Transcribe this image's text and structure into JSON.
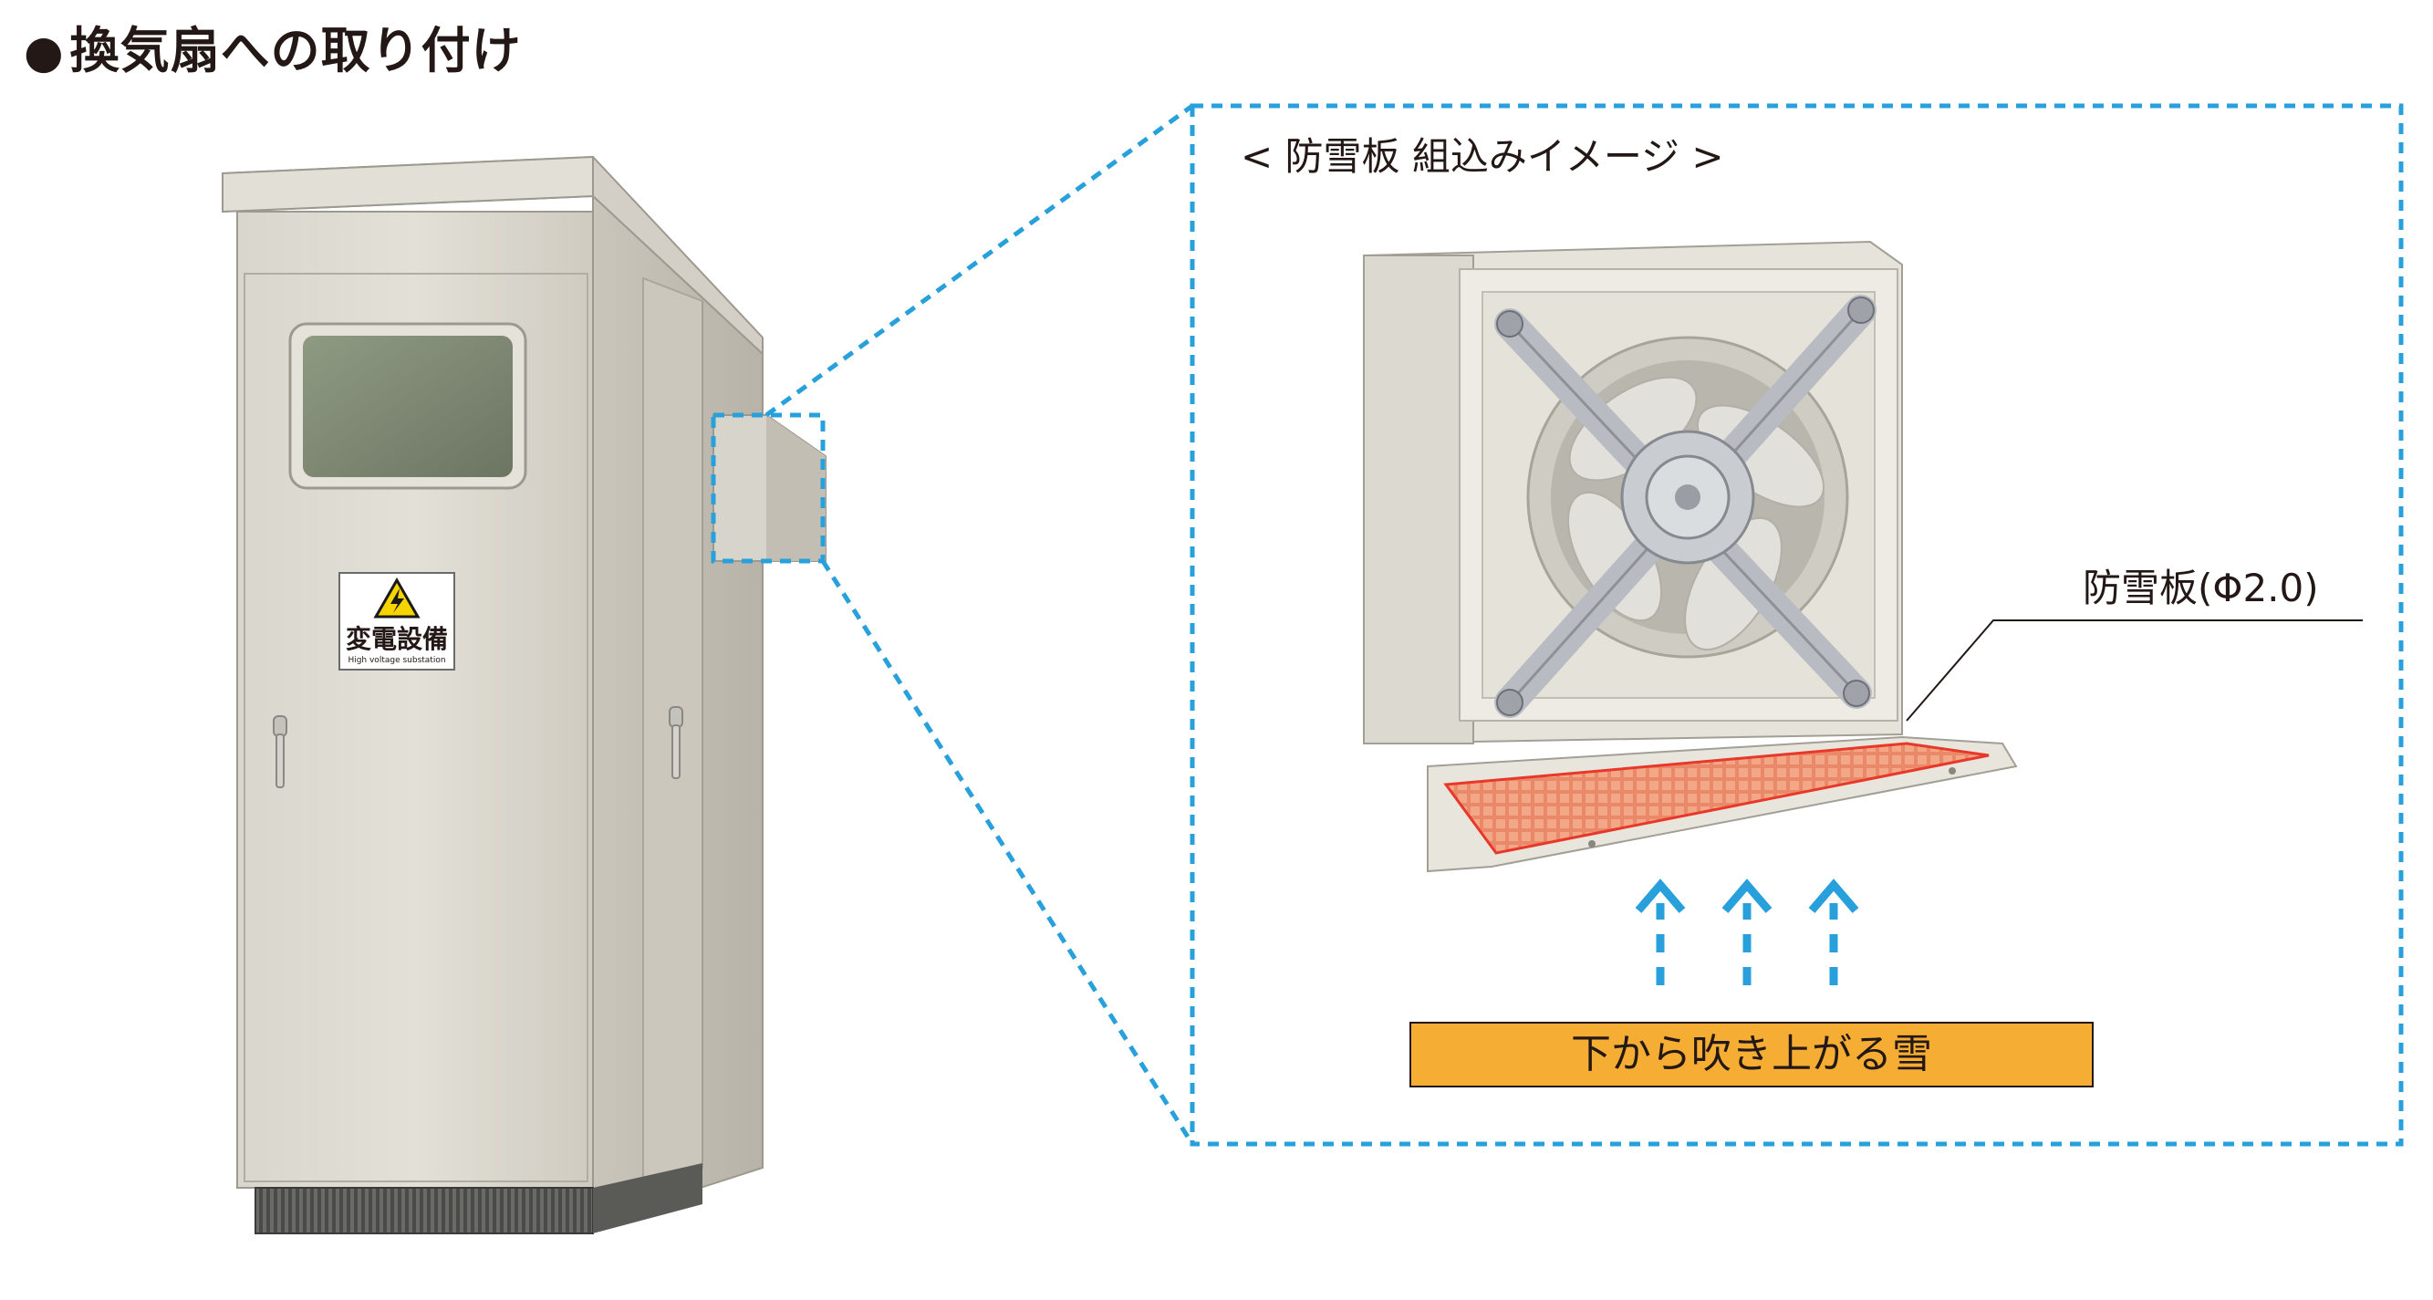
{
  "title": {
    "bullet": "●",
    "text": "換気扇への取り付け"
  },
  "cabinet": {
    "sign_title": "変電設備",
    "sign_subtitle": "High voltage substation"
  },
  "detail": {
    "subtitle": "< 防雪板 組込みイメージ >",
    "plate_label": "防雪板(Φ2.0)",
    "snow_label": "下から吹き上がる雪",
    "callout_color": "#27a0dc",
    "snow_label_color": "#f5ae33",
    "plate_outline_color": "#e8382a",
    "arrow_count": 3
  }
}
